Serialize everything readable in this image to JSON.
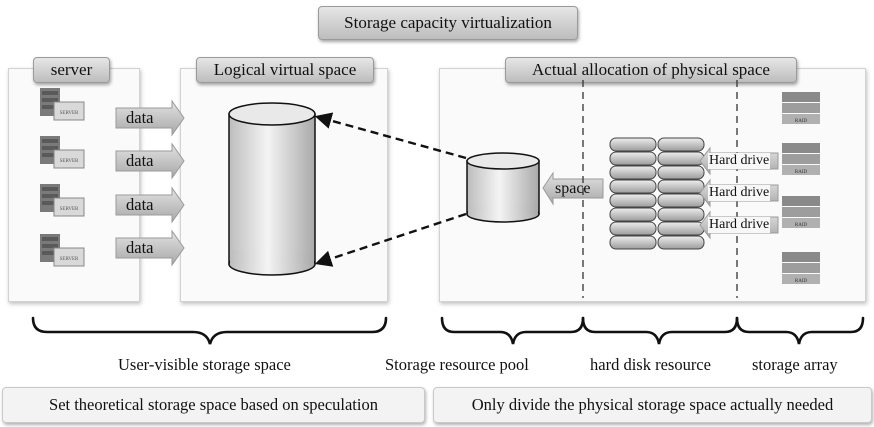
{
  "title": "Storage capacity virtualization",
  "panels": {
    "server": {
      "title": "server"
    },
    "logical": {
      "title": "Logical virtual space"
    },
    "physical": {
      "title": "Actual allocation of physical space"
    }
  },
  "server_icon_label": "SERVER",
  "raid_label": "RAID",
  "data_arrows": [
    "data",
    "data",
    "data",
    "data"
  ],
  "space_arrow": "space",
  "hard_drive_arrows": [
    "Hard drive",
    "Hard drive",
    "Hard drive"
  ],
  "brace_labels": {
    "user_visible": "User-visible storage space",
    "resource_pool": "Storage resource pool",
    "hard_disk": "hard disk resource",
    "array": "storage array"
  },
  "bottom": {
    "left": "Set theoretical storage space based on speculation",
    "right": "Only divide the physical storage space actually needed"
  }
}
